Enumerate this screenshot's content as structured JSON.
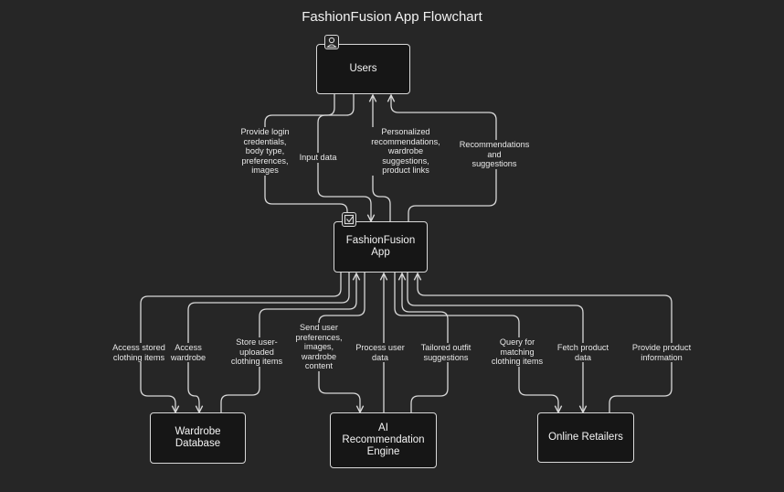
{
  "title": "FashionFusion App Flowchart",
  "nodes": {
    "users": "Users",
    "app": "FashionFusion\nApp",
    "wardrobe": "Wardrobe\nDatabase",
    "ai": "AI\nRecommendation\nEngine",
    "retailers": "Online Retailers"
  },
  "icons": {
    "users": "person-icon",
    "app": "checkbox-icon"
  },
  "edges": {
    "login": "Provide login\ncredentials,\nbody type,\npreferences,\nimages",
    "input": "Input data",
    "personalized": "Personalized\nrecommendations,\nwardrobe\nsuggestions,\nproduct links",
    "recs": "Recommendations\nand\nsuggestions",
    "access_stored": "Access stored\nclothing items",
    "access_wardrobe": "Access\nwardrobe",
    "store": "Store user-\nuploaded\nclothing items",
    "send": "Send user\npreferences,\nimages,\nwardrobe\ncontent",
    "process": "Process user\ndata",
    "tailored": "Tailored outfit\nsuggestions",
    "query": "Query for\nmatching\nclothing items",
    "fetch": "Fetch product\ndata",
    "provide_info": "Provide product\ninformation"
  }
}
